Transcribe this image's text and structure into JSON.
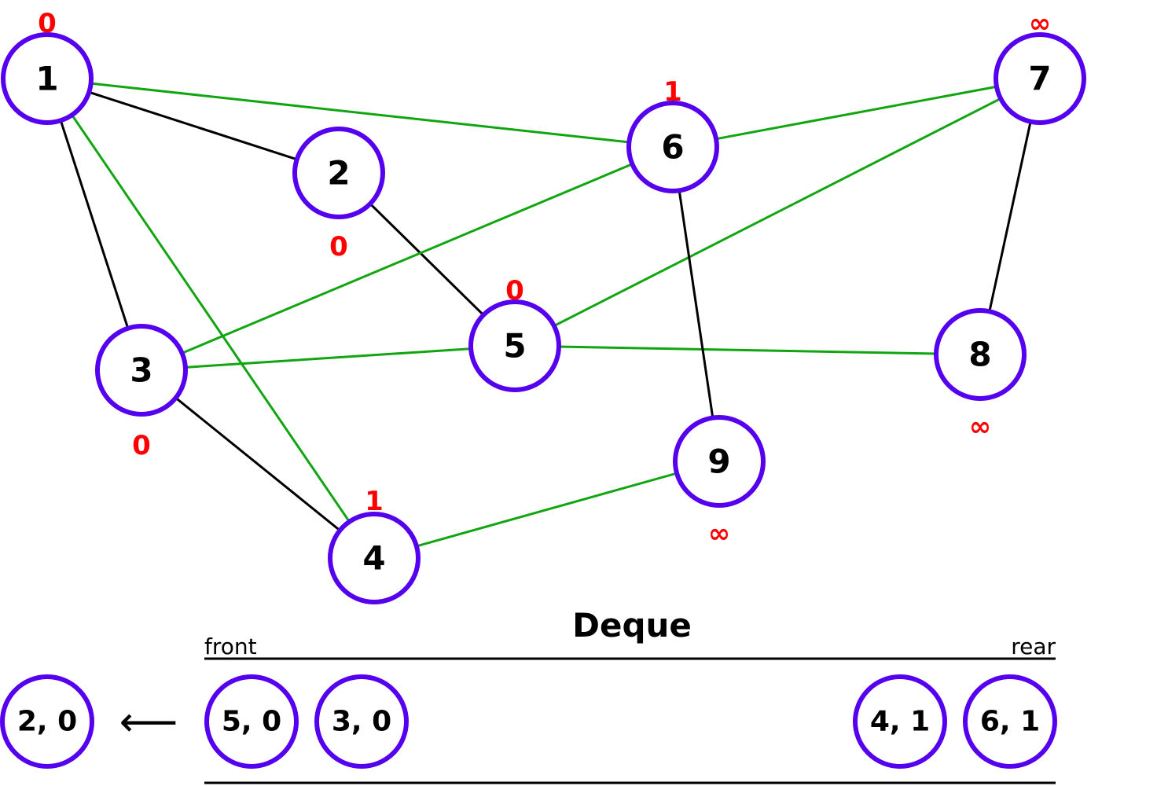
{
  "colors": {
    "node_stroke": "#5500ee",
    "edge_green": "#11a611",
    "edge_black": "#000000",
    "distance": "#ff0000"
  },
  "graph": {
    "nodes": [
      {
        "id": "1",
        "label": "1",
        "distance": "0"
      },
      {
        "id": "2",
        "label": "2",
        "distance": "0"
      },
      {
        "id": "3",
        "label": "3",
        "distance": "0"
      },
      {
        "id": "4",
        "label": "4",
        "distance": "1"
      },
      {
        "id": "5",
        "label": "5",
        "distance": "0"
      },
      {
        "id": "6",
        "label": "6",
        "distance": "1"
      },
      {
        "id": "7",
        "label": "7",
        "distance": "∞"
      },
      {
        "id": "8",
        "label": "8",
        "distance": "∞"
      },
      {
        "id": "9",
        "label": "9",
        "distance": "∞"
      }
    ],
    "edges": [
      {
        "from": "1",
        "to": "2",
        "color": "black"
      },
      {
        "from": "1",
        "to": "3",
        "color": "black"
      },
      {
        "from": "1",
        "to": "4",
        "color": "green"
      },
      {
        "from": "1",
        "to": "6",
        "color": "green"
      },
      {
        "from": "2",
        "to": "5",
        "color": "black"
      },
      {
        "from": "3",
        "to": "4",
        "color": "black"
      },
      {
        "from": "3",
        "to": "5",
        "color": "green"
      },
      {
        "from": "3",
        "to": "6",
        "color": "green"
      },
      {
        "from": "5",
        "to": "7",
        "color": "green"
      },
      {
        "from": "5",
        "to": "8",
        "color": "green"
      },
      {
        "from": "6",
        "to": "7",
        "color": "green"
      },
      {
        "from": "6",
        "to": "9",
        "color": "black"
      },
      {
        "from": "7",
        "to": "8",
        "color": "black"
      },
      {
        "from": "4",
        "to": "9",
        "color": "green"
      }
    ]
  },
  "deque": {
    "title": "Deque",
    "front_label": "front",
    "rear_label": "rear",
    "popped_item": "2, 0",
    "arrow": "⟵",
    "front_items": [
      "5, 0",
      "3, 0"
    ],
    "rear_items": [
      "4, 1",
      "6, 1"
    ]
  }
}
